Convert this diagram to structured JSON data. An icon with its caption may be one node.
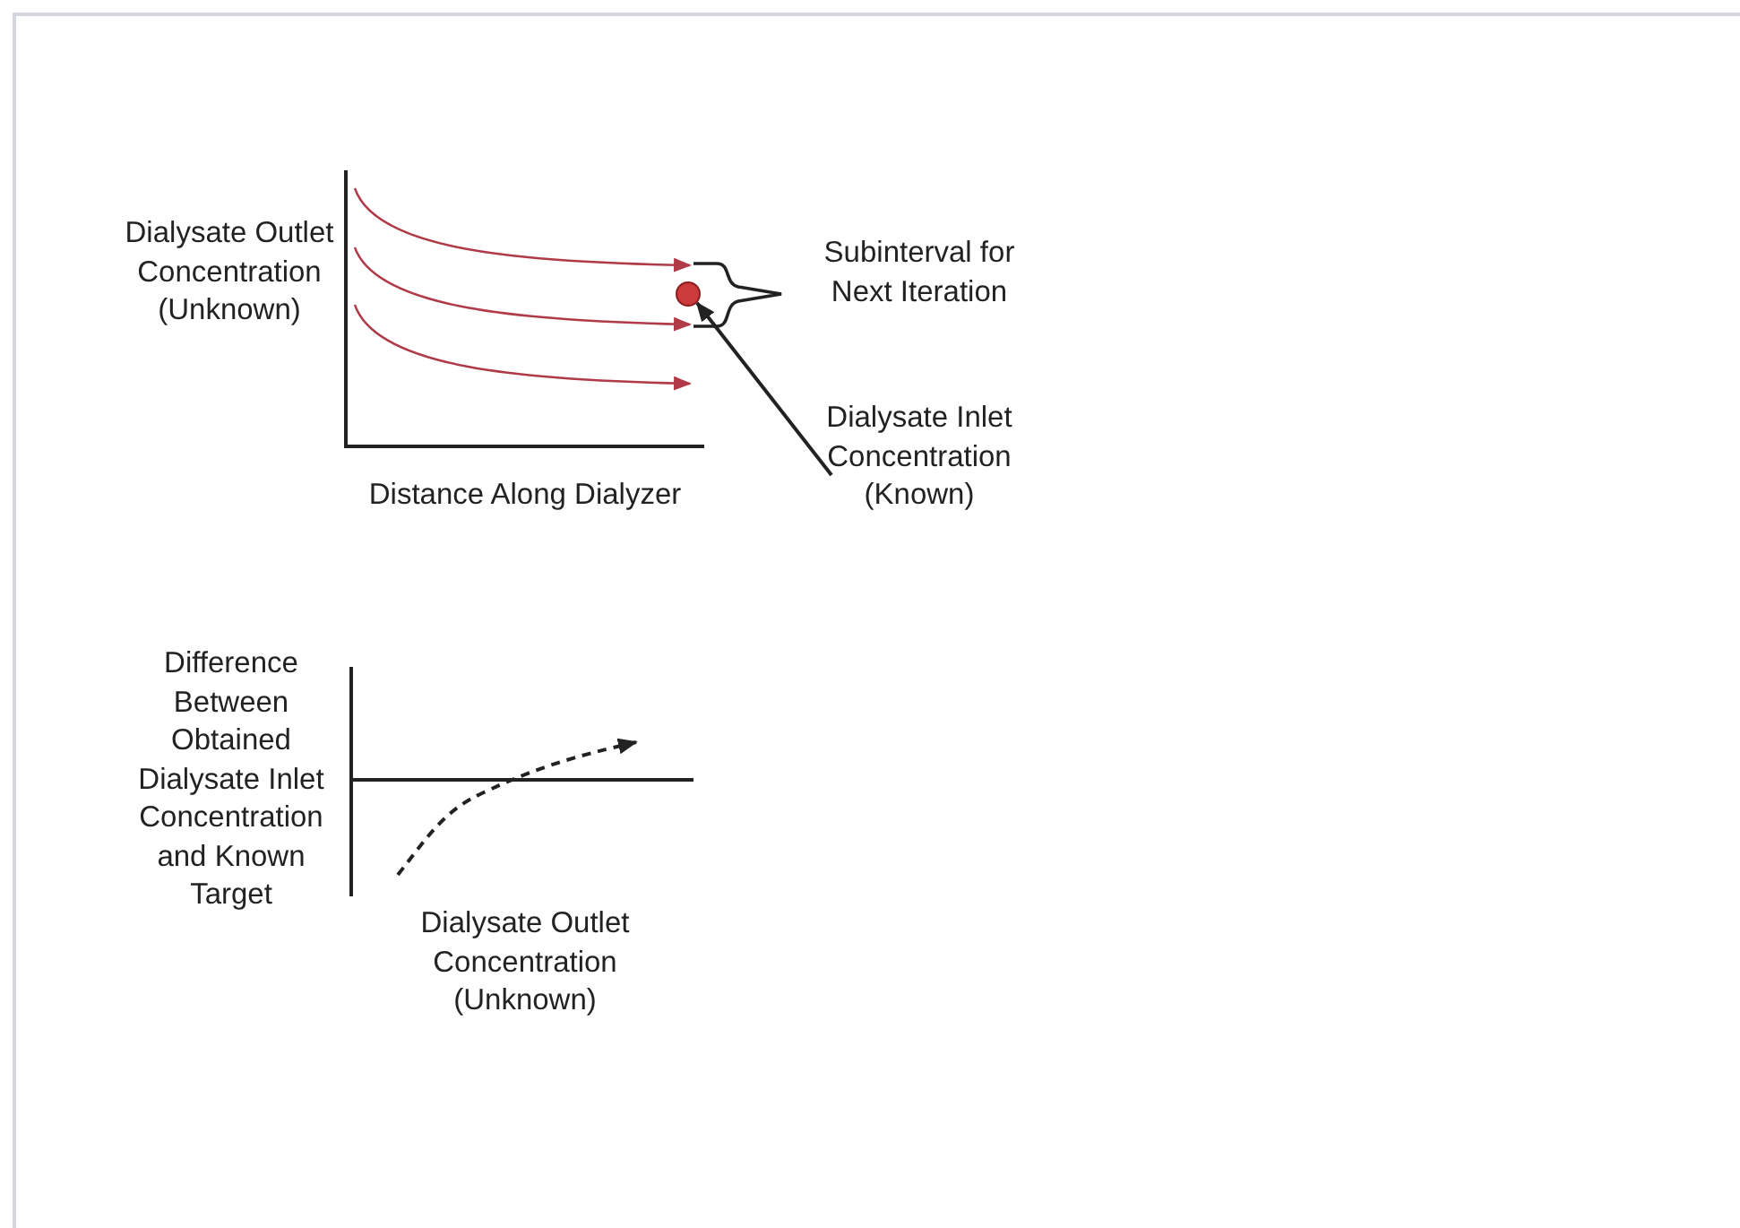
{
  "diagram": {
    "nodes": [
      {
        "text": [],
        "shape": "circle"
      },
      {
        "text": [
          "Dialysate Inlet Concentration (Known)"
        ]
      }
    ],
    "edges": [
      {
        "from": 1,
        "to": 0,
        "arrow": "to"
      }
    ],
    "labels": [
      "Dialysate Outlet Concentration (Unknown)",
      "Subinterval for Next Iteration",
      "Distance Along Dialyzer",
      "Difference Between Obtained Dialysate Inlet Concentration and Known Target",
      "Dialysate Outlet Concentration (Unknown)"
    ]
  }
}
